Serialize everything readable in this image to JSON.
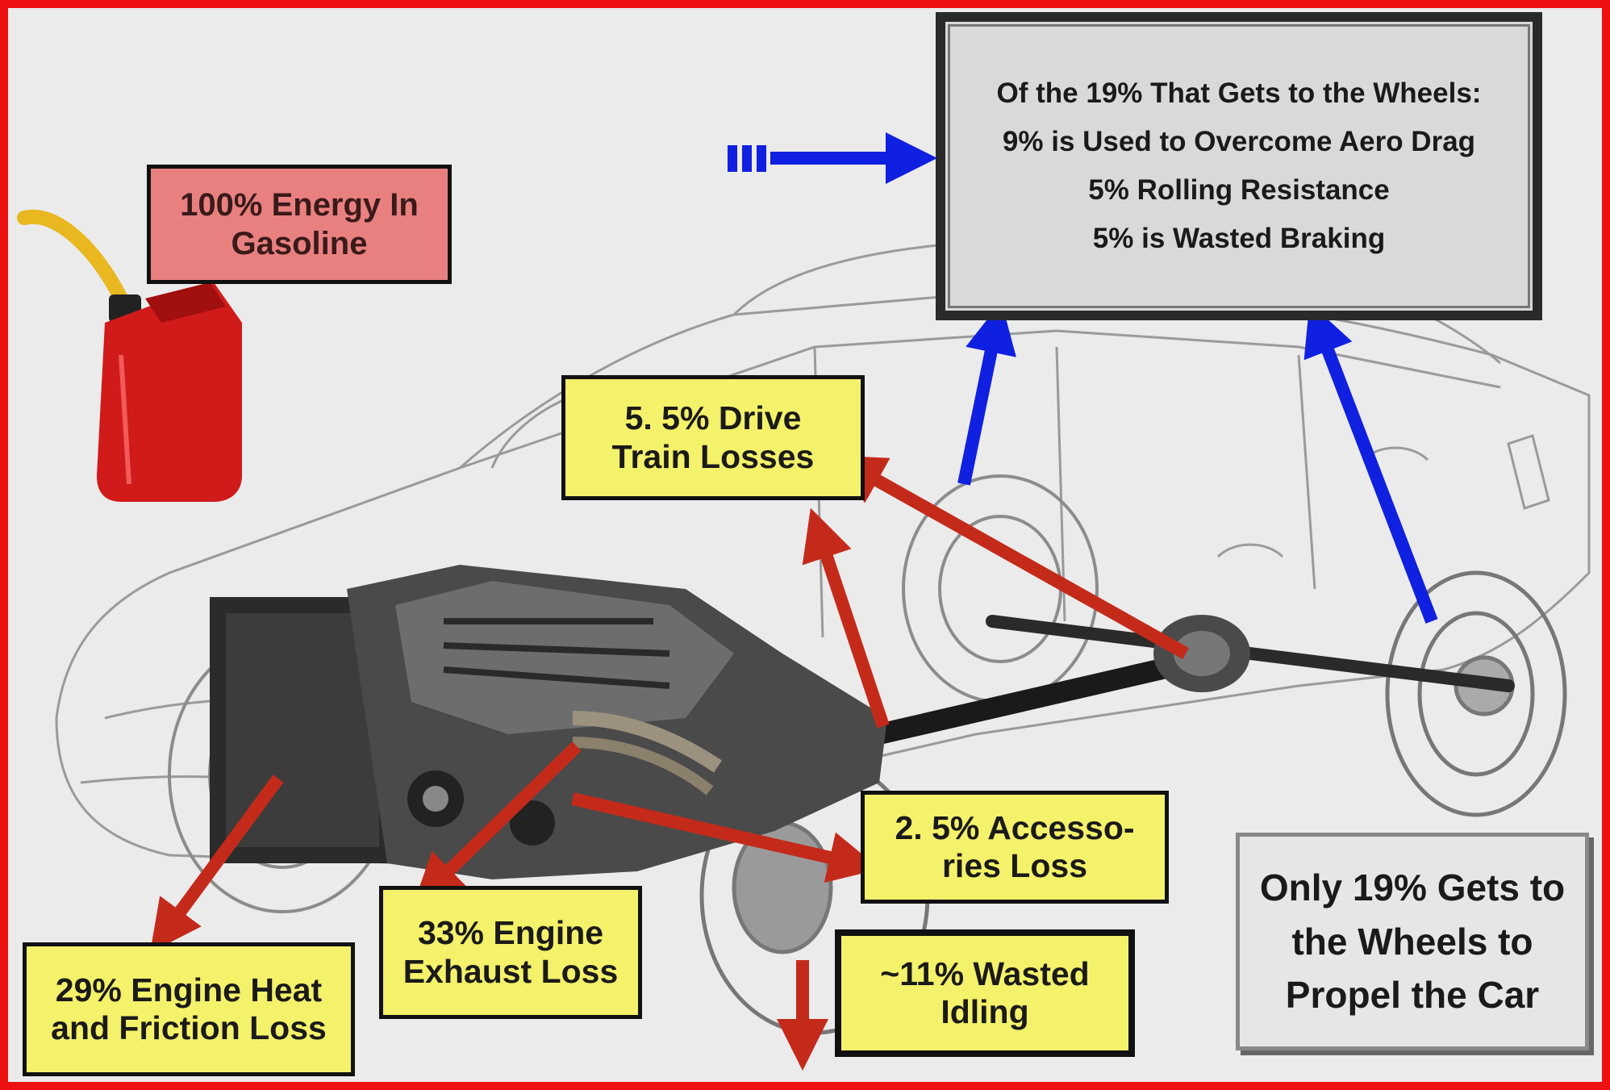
{
  "fuel_box": {
    "line1": "100% Energy In",
    "line2": "Gasoline"
  },
  "wheels_breakdown": {
    "title": "Of the  19% That Gets to the Wheels:",
    "items": [
      "9% is Used to Overcome Aero Drag",
      "5% Rolling Resistance",
      "5% is Wasted Braking"
    ]
  },
  "losses": {
    "drive_train": {
      "line1": "5. 5% Drive",
      "line2": "Train Losses"
    },
    "accessories": {
      "line1": "2. 5% Accesso-",
      "line2": "ries Loss"
    },
    "exhaust": {
      "line1": "33% Engine",
      "line2": "Exhaust Loss"
    },
    "heat_friction": {
      "line1": "29% Engine Heat",
      "line2": "and Friction Loss"
    },
    "idling": {
      "line1": "~11% Wasted",
      "line2": "Idling"
    }
  },
  "summary": {
    "line1": "Only 19% Gets to",
    "line2": "the Wheels to",
    "line3": "Propel the Car"
  },
  "colors": {
    "frame": "#ee1111",
    "loss_box": "#f4f16a",
    "fuel_box": "#e98080",
    "loss_arrow": "#c42a1a",
    "wheel_arrow": "#1020e0",
    "info_box": "#d9d9d9"
  },
  "icons": [
    "gas-can-icon",
    "car-illustration",
    "engine-illustration"
  ]
}
